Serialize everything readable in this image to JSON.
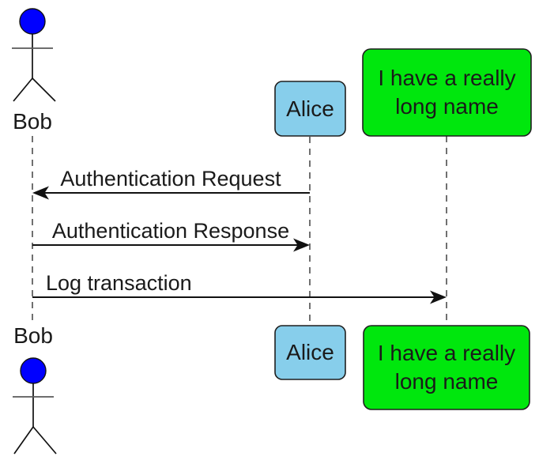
{
  "diagram": {
    "type": "uml-sequence-diagram",
    "background_color": "#ffffff",
    "actors": [
      {
        "id": "bob",
        "kind": "actor",
        "label": "Bob",
        "head_color": "#0000ff"
      },
      {
        "id": "alice",
        "kind": "participant",
        "label": "Alice",
        "fill_color": "#87ceeb"
      },
      {
        "id": "long-name",
        "kind": "participant",
        "label": "I have a really long name",
        "label_lines": [
          "I have a really",
          "long name"
        ],
        "fill_color": "#00e70d"
      }
    ],
    "messages": [
      {
        "from": "Alice",
        "to": "Bob",
        "label": "Authentication Request",
        "line_style": "solid",
        "arrowhead": "filled",
        "direction": "left"
      },
      {
        "from": "Bob",
        "to": "Alice",
        "label": "Authentication Response",
        "line_style": "solid",
        "arrowhead": "filled",
        "direction": "right"
      },
      {
        "from": "Bob",
        "to": "I have a really long name",
        "label": "Log transaction",
        "line_style": "solid",
        "arrowhead": "filled",
        "direction": "right"
      }
    ],
    "colors": {
      "lifeline": "#4d4d4d",
      "message_line": "#111111",
      "text": "#1a1a1a",
      "box_border": "#1f1f1f"
    }
  }
}
